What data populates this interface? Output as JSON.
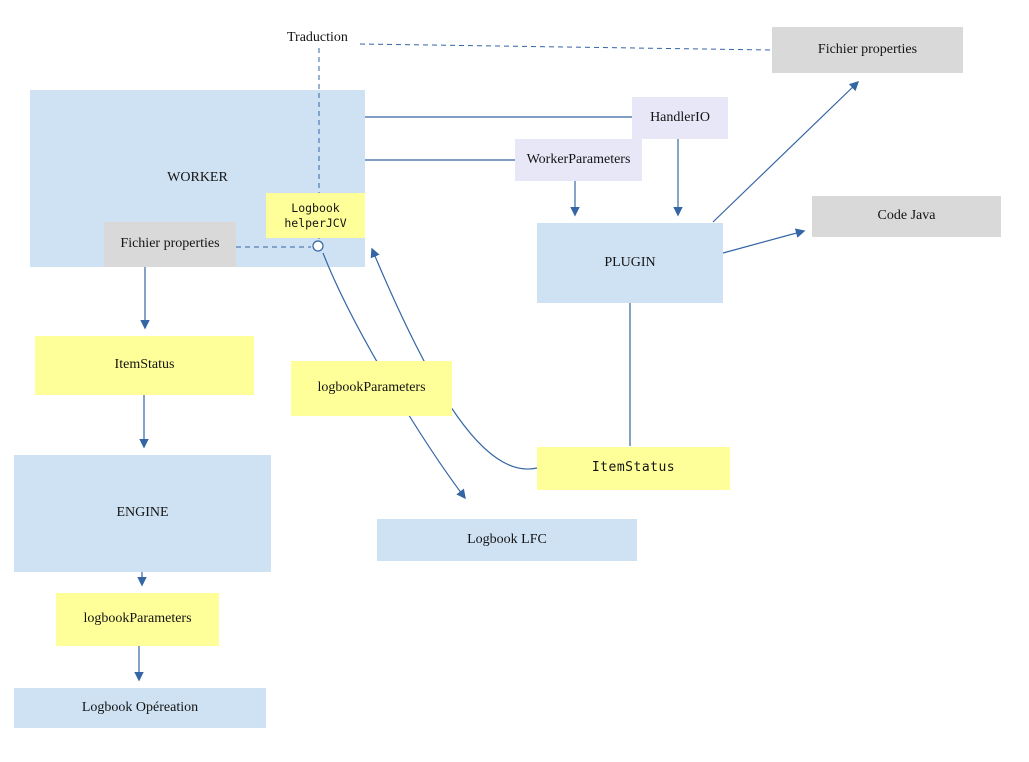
{
  "diagram": {
    "labels": {
      "traduction": "Traduction",
      "fichier_properties_top": "Fichier properties",
      "worker": "WORKER",
      "logbook_helper": "Logbook\nhelperJCV",
      "fichier_properties_worker": "Fichier properties",
      "handler_io": "HandlerIO",
      "worker_parameters": "WorkerParameters",
      "plugin": "PLUGIN",
      "code_java": "Code Java",
      "item_status_left": "ItemStatus",
      "logbook_parameters_mid": "logbookParameters",
      "engine": "ENGINE",
      "item_status_mid": "ItemStatus",
      "logbook_lfc": "Logbook LFC",
      "logbook_parameters_bottom": "logbookParameters",
      "logbook_operation": "Logbook Opéreation"
    },
    "colors": {
      "box_blue": "#cfe2f3",
      "box_yellow": "#ffff99",
      "box_gray": "#d9d9d9",
      "box_lavender": "#e7e7f8",
      "connector": "#3465a4",
      "text": "#141414"
    }
  }
}
